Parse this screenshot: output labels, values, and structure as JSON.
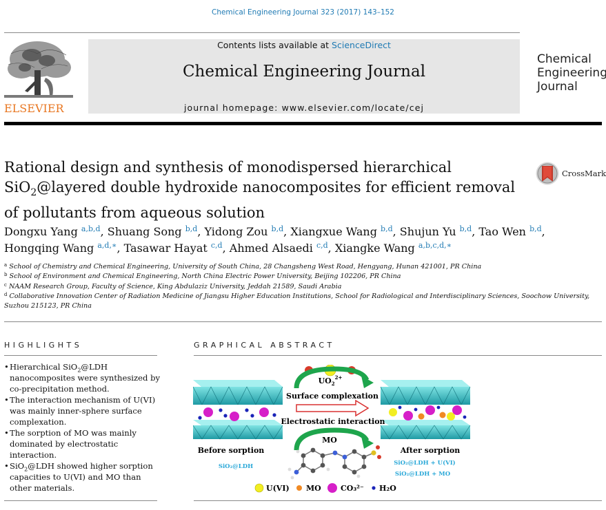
{
  "citation": "Chemical Engineering Journal 323 (2017) 143–152",
  "masthead": {
    "contents_prefix": "Contents lists available at ",
    "contents_link": "ScienceDirect",
    "journal_title": "Chemical Engineering Journal",
    "homepage": "journal homepage: www.elsevier.com/locate/cej"
  },
  "publisher_logo_text": "ELSEVIER",
  "journal_logo": {
    "line1": "Chemical",
    "line2": "Engineering",
    "line3": "Journal"
  },
  "crossmark_label": "CrossMark",
  "article_title": "Rational design and synthesis of monodispersed hierarchical SiO₂@layered double hydroxide nanocomposites for efficient removal of pollutants from aqueous solution",
  "article_title_parts": {
    "part1": "Rational design and synthesis of monodispersed hierarchical SiO",
    "sub": "2",
    "part2": "@layered double hydroxide nanocomposites for efficient removal of pollutants from aqueous solution"
  },
  "authors": [
    {
      "name": "Dongxu Yang",
      "aff": "a,b,d"
    },
    {
      "name": "Shuang Song",
      "aff": "b,d"
    },
    {
      "name": "Yidong Zou",
      "aff": "b,d"
    },
    {
      "name": "Xiangxue Wang",
      "aff": "b,d"
    },
    {
      "name": "Shujun Yu",
      "aff": "b,d"
    },
    {
      "name": "Tao Wen",
      "aff": "b,d"
    },
    {
      "name": "Hongqing Wang",
      "aff": "a,d,∗"
    },
    {
      "name": "Tasawar Hayat",
      "aff": "c,d"
    },
    {
      "name": "Ahmed Alsaedi",
      "aff": "c,d"
    },
    {
      "name": "Xiangke Wang",
      "aff": "a,b,c,d,∗"
    }
  ],
  "affiliations": [
    {
      "mark": "a",
      "text": "School of Chemistry and Chemical Engineering, University of South China, 28 Changsheng West Road, Hengyang, Hunan 421001, PR China"
    },
    {
      "mark": "b",
      "text": "School of Environment and Chemical Engineering, North China Electric Power University, Beijing 102206, PR China"
    },
    {
      "mark": "c",
      "text": "NAAM Research Group, Faculty of Science, King Abdulaziz University, Jeddah 21589, Saudi Arabia"
    },
    {
      "mark": "d",
      "text": "Collaborative Innovation Center of Radiation Medicine of Jiangsu Higher Education Institutions, School for Radiological and Interdisciplinary Sciences, Soochow University, Suzhou 215123, PR China"
    }
  ],
  "highlights_heading": "HIGHLIGHTS",
  "graphical_abstract_heading": "GRAPHICAL ABSTRACT",
  "highlights": [
    {
      "pre": "Hierarchical SiO",
      "sub": "2",
      "post": "@LDH nanocomposites were synthesized by co-precipitation method."
    },
    {
      "pre": "The interaction mechanism of U(VI) was mainly inner-sphere surface complexation.",
      "sub": "",
      "post": ""
    },
    {
      "pre": "The sorption of MO was mainly dominated by electrostatic interaction.",
      "sub": "",
      "post": ""
    },
    {
      "pre": "SiO",
      "sub": "2",
      "post": "@LDH showed higher sorption capacities to U(VI) and MO than other materials."
    }
  ],
  "graphical_abstract": {
    "uo2_label": "UO",
    "uo2_sub": "2",
    "uo2_sup": "2+",
    "surface_complexation": "Surface complexation",
    "electrostatic_interaction": "Electrostatic interaction",
    "mo_label": "MO",
    "before_sorption": "Before sorption",
    "after_sorption": "After sorption",
    "material_before": "SiO₂@LDH",
    "material_after_1": "SiO₂@LDH + U(VI)",
    "material_after_2": "SiO₂@LDH + MO",
    "legend": [
      {
        "label": "U(VI)",
        "color": "#f2ee22"
      },
      {
        "label": "MO",
        "color": "#f08a24"
      },
      {
        "label": "CO₃²⁻",
        "color": "#d61fc8"
      },
      {
        "label": "H₂O",
        "color": "#1a24b8"
      }
    ],
    "colors": {
      "layer": "#3cc0c2",
      "layer_dark": "#1f8f98",
      "arrow_green": "#1ea54c",
      "arrow_red": "#d93030",
      "label_blue": "#2aa8d8"
    }
  }
}
